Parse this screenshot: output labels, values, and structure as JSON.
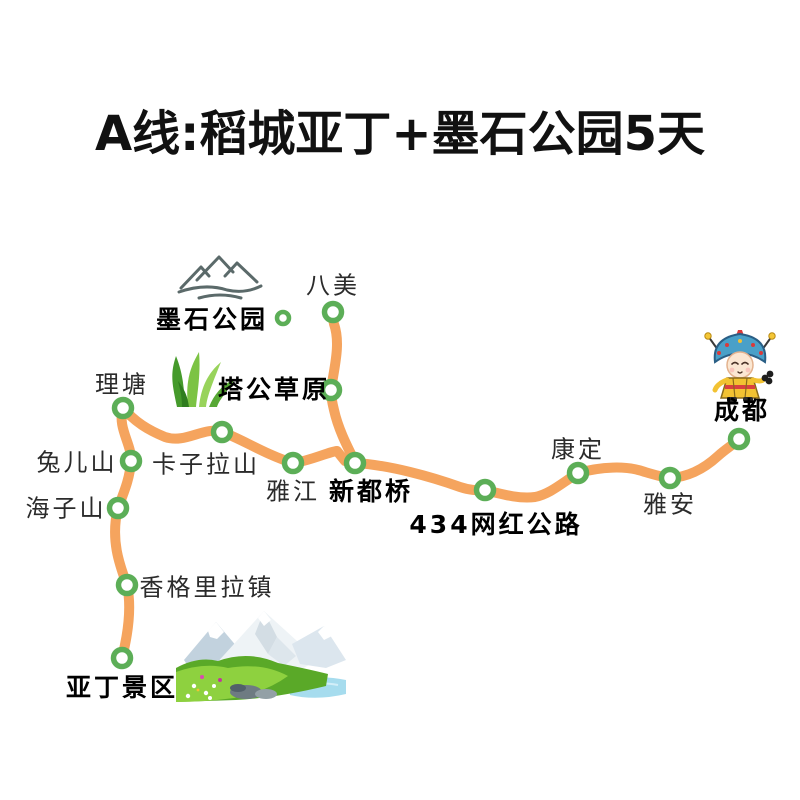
{
  "title": "A线:稻城亚丁+墨石公园5天",
  "map": {
    "colors": {
      "route": "#F5A45E",
      "marker_ring": "#5CAE57",
      "label_text": "#2B2B2B",
      "title_text": "#111111"
    },
    "stops": [
      {
        "label": "墨石公园",
        "emphasis": true
      },
      {
        "label": "八美",
        "emphasis": false
      },
      {
        "label": "塔公草原",
        "emphasis": true
      },
      {
        "label": "理塘",
        "emphasis": false
      },
      {
        "label": "卡子拉山",
        "emphasis": false
      },
      {
        "label": "兔儿山",
        "emphasis": false
      },
      {
        "label": "海子山",
        "emphasis": false
      },
      {
        "label": "雅江",
        "emphasis": false
      },
      {
        "label": "新都桥",
        "emphasis": true
      },
      {
        "label": "434网红公路",
        "emphasis": true
      },
      {
        "label": "康定",
        "emphasis": false
      },
      {
        "label": "雅安",
        "emphasis": false
      },
      {
        "label": "成都",
        "emphasis": true
      },
      {
        "label": "香格里拉镇",
        "emphasis": false
      },
      {
        "label": "亚丁景区",
        "emphasis": true
      }
    ],
    "icons": [
      "mountain-lineart-icon",
      "grass-icon",
      "opera-figure-icon",
      "snow-mountain-illustration"
    ]
  }
}
